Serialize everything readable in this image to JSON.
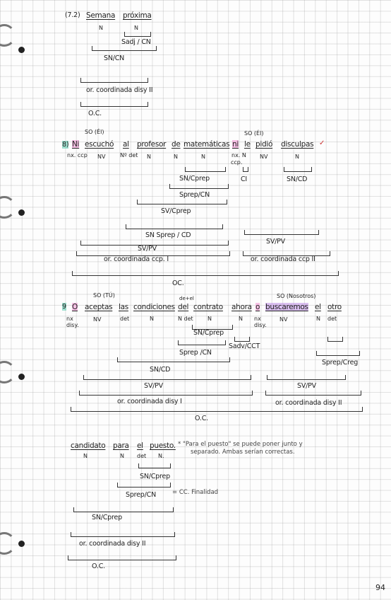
{
  "ex1": {
    "number": "(7.2)",
    "words": [
      "Semana",
      "próxima"
    ],
    "tags": [
      "N",
      "N"
    ],
    "sadj": "Sadj / CN",
    "sncn": "SN/CN",
    "coord": "or. coordinada disy II",
    "oc": "O.C."
  },
  "ex8": {
    "so_left": "SO (Él)",
    "so_right": "SO (Él)",
    "num": "8)",
    "words": [
      "Ni",
      "escuchó",
      "al",
      "profesor",
      "de",
      "matemáticas",
      "ni",
      "le",
      "pidió",
      "disculpas"
    ],
    "check": "✓",
    "tags": [
      "nx. ccp",
      "NV",
      "Nº det",
      "N",
      "N",
      "N",
      "nx. N",
      "ccp.",
      "NV",
      "N"
    ],
    "snc": "SN/Cprep",
    "ci": "CI",
    "sncd": "SN/CD",
    "sprepcn": "Sprep/CN",
    "svcprep": "SV/Cprep",
    "snsprep": "SN Sprep / CD",
    "svpv_left": "SV/PV",
    "svpv_right": "SV/PV",
    "coord_left": "or. coordinada ccp. I",
    "coord_right": "or. coordinada ccp II",
    "oc": "OC."
  },
  "ex9": {
    "so_left": "SO (TÚ)",
    "so_right": "SO (Nosotros)",
    "delel": "de+el",
    "num": "9",
    "words": [
      "O",
      "aceptas",
      "las",
      "condiciones",
      "del",
      "contrato",
      "ahora",
      "o",
      "buscaremos",
      "el",
      "otro"
    ],
    "tags": [
      "nx disy.",
      "NV",
      "det",
      "N",
      "N det",
      "N",
      "N",
      "nx disy.",
      "NV",
      "N",
      "det"
    ],
    "sncprep": "SN/Cprep",
    "sadv": "Sadv/CCT",
    "sprepcn": "Sprep /CN",
    "sprepcreg": "Sprep/Creg",
    "sncd": "SN/CD",
    "svpv_left": "SV/PV",
    "svpv_right": "SV/PV",
    "coord_left": "or. coordinada disy I",
    "coord_right": "or. coordinada disy II",
    "oc": "O.C."
  },
  "ex10": {
    "words": [
      "candidato",
      "para",
      "el",
      "puesto."
    ],
    "tags": [
      "N",
      "N",
      "det",
      "N."
    ],
    "note1": "* \"Para el puesto\" se puede poner junto y",
    "note2": "separado. Ambas serían correctas.",
    "sncprep": "SN/Cprep",
    "sprepcn": "Sprep/CN",
    "cc": "= CC. Finalidad",
    "sncprep2": "SN/Cprep",
    "coord": "or. coordinada disy II",
    "oc": "O.C."
  },
  "page_number": "94"
}
